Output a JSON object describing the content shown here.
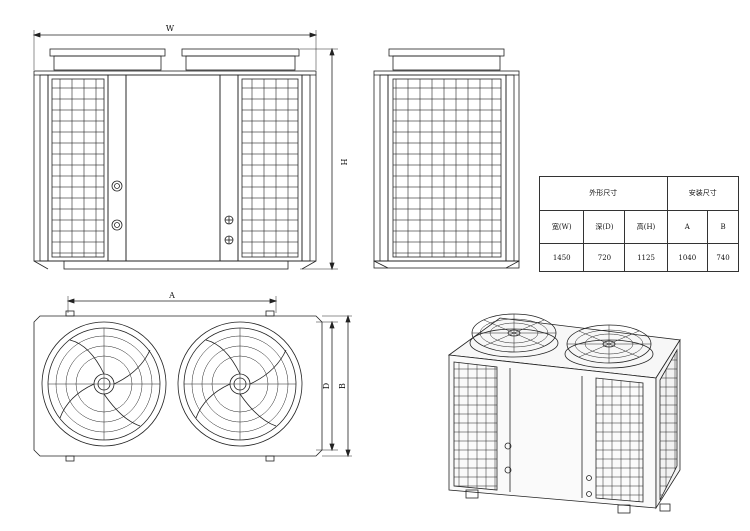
{
  "dims": {
    "w": "W",
    "h": "H",
    "a": "A",
    "d": "D",
    "b": "B"
  },
  "spec_table": {
    "group_outer": "外形尺寸",
    "group_install": "安装尺寸",
    "headers": [
      "宽(W)",
      "深(D)",
      "高(H)",
      "A",
      "B"
    ],
    "values": [
      "1450",
      "720",
      "1125",
      "1040",
      "740"
    ]
  }
}
